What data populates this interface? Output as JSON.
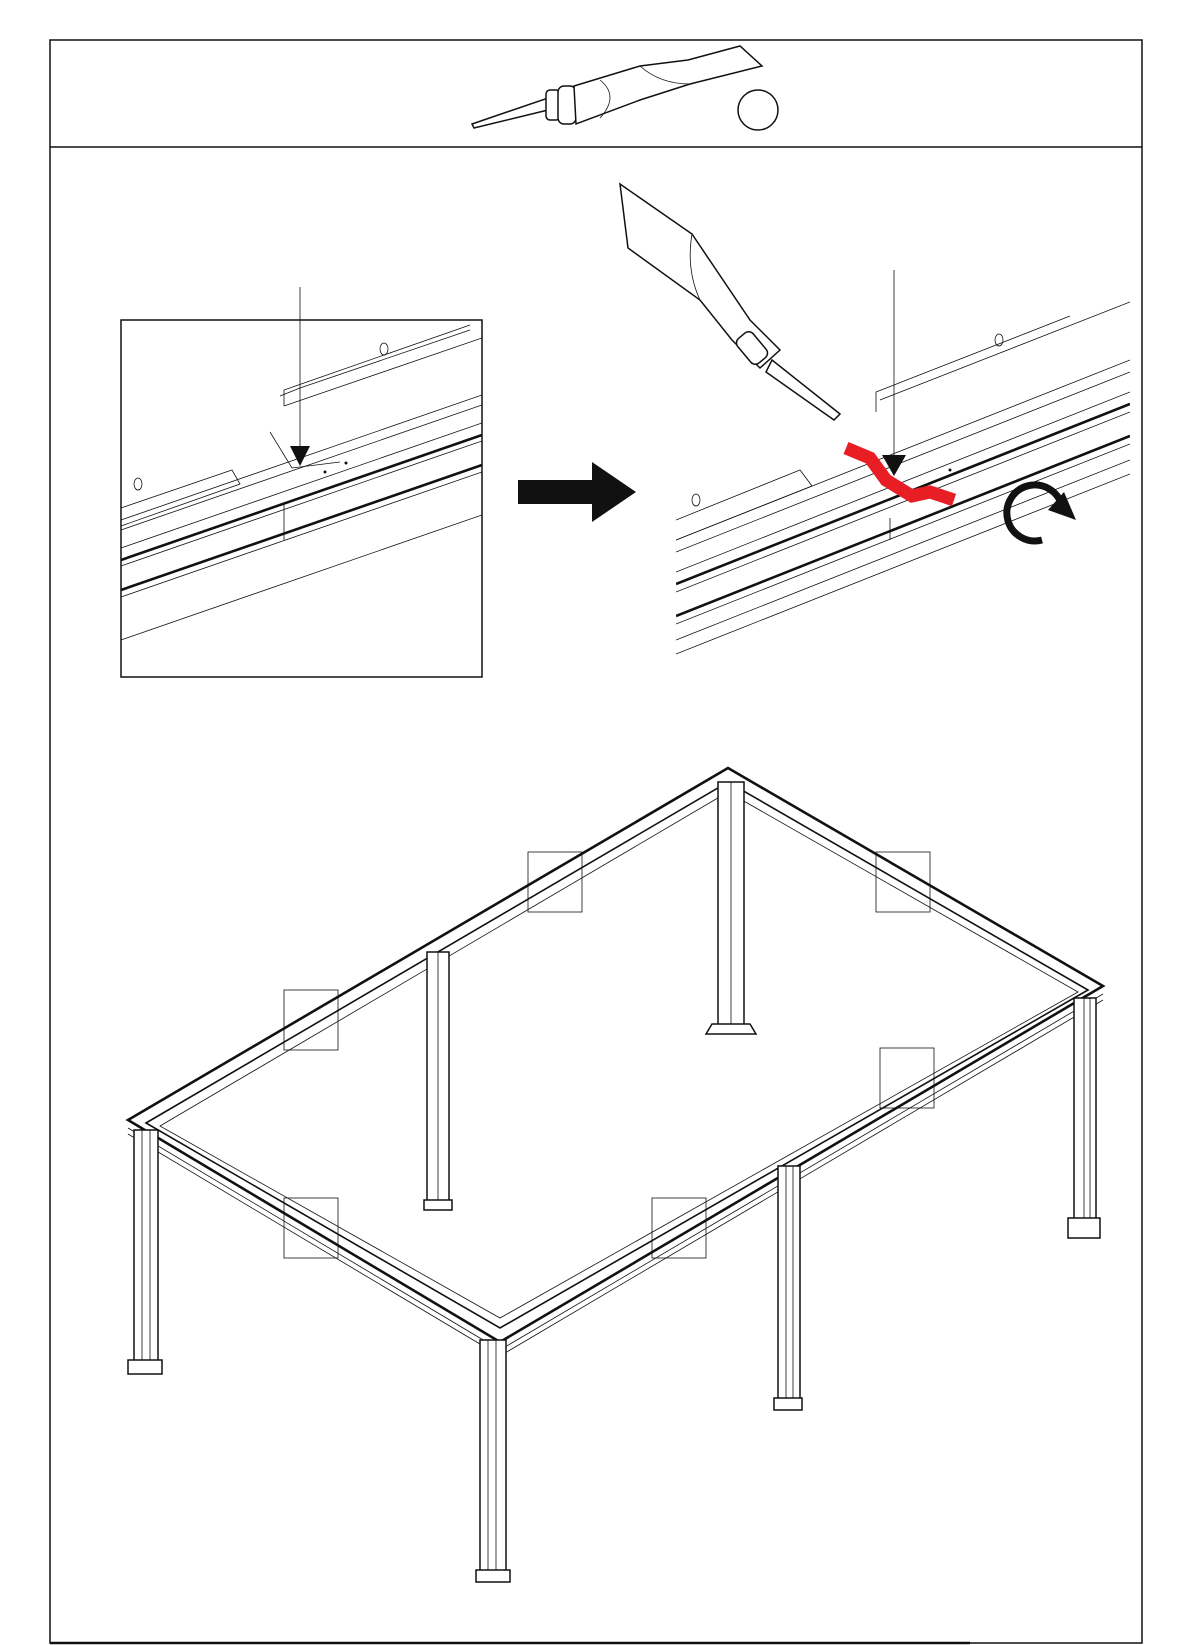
{
  "header": {
    "tool": "sealant-tube-icon",
    "quantity_circle": "empty-circle"
  },
  "step": {
    "left_detail": "roof-seam-detail-before",
    "action": "right-arrow-icon",
    "right_detail": "roof-seam-detail-apply-sealant",
    "rotate": "rotate-clockwise-icon",
    "overview": "pergola-frame-isometric",
    "highlight_count": 6
  },
  "colors": {
    "line": "#111111",
    "sealant": "#e81e25",
    "background": "#ffffff"
  }
}
